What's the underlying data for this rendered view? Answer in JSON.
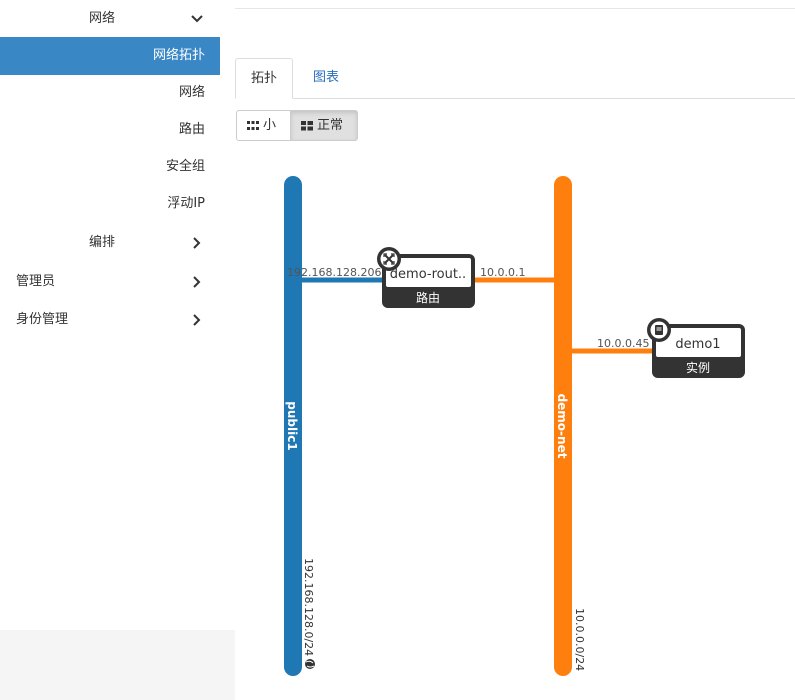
{
  "sidebar": {
    "network": "网络",
    "network_topology": "网络拓扑",
    "networks": "网络",
    "routers": "路由",
    "security_groups": "安全组",
    "floating_ips": "浮动IP",
    "orchestration": "编排",
    "admin": "管理员",
    "identity": "身份管理"
  },
  "tabs": {
    "topology": "拓扑",
    "graph": "图表"
  },
  "toolbar": {
    "small_label": "小",
    "normal_label": "正常"
  },
  "topology": {
    "networks": [
      {
        "name": "public1",
        "cidr": "192.168.128.0/24",
        "color": "#1f77b4",
        "external": true
      },
      {
        "name": "demo-net",
        "cidr": "10.0.0.0/24",
        "color": "#ff7f0e",
        "external": false
      }
    ],
    "router": {
      "name": "demo-rout..",
      "type_label": "路由",
      "ip_public": "192.168.128.206",
      "ip_private": "10.0.0.1"
    },
    "instance": {
      "name": "demo1",
      "type_label": "实例",
      "ip": "10.0.0.45"
    }
  },
  "colors": {
    "accent": "#3a87c6",
    "public_net": "#1f77b4",
    "private_net": "#ff7f0e",
    "device_dark": "#333333"
  }
}
